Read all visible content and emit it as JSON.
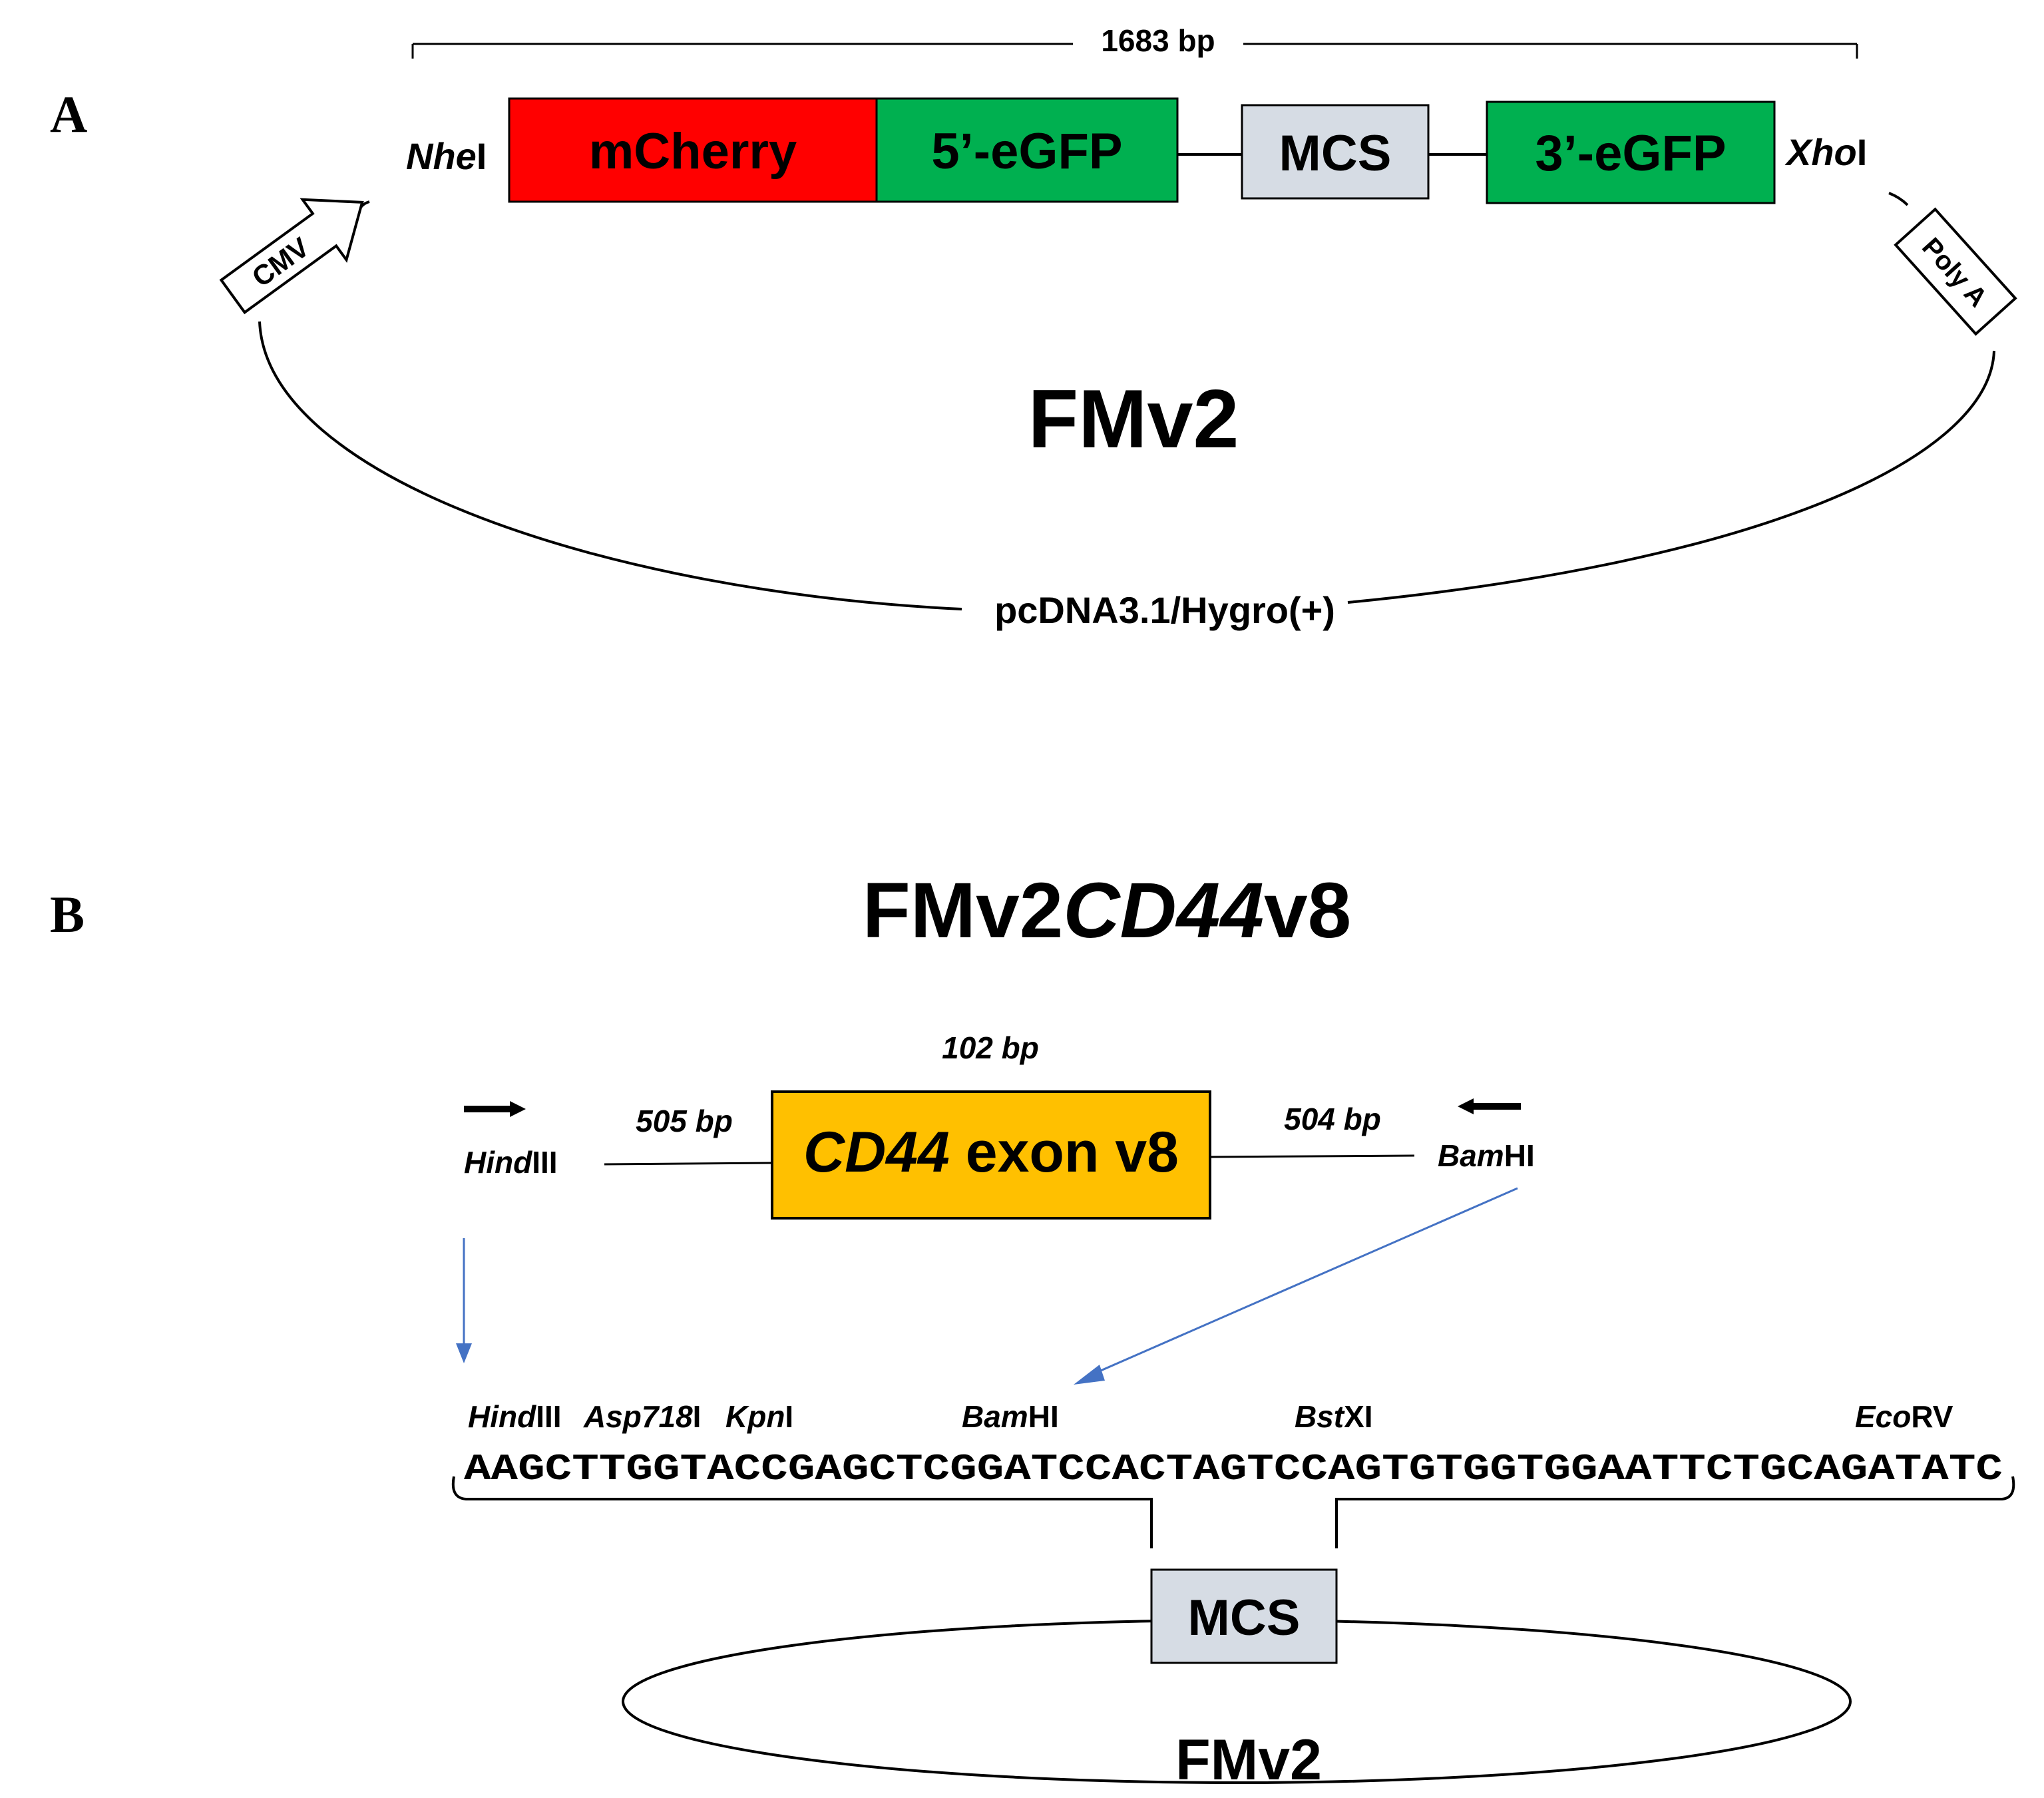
{
  "panel_a": {
    "letter": "A",
    "size_label": "1683 bp",
    "site_left": {
      "italic": "Nhe",
      "roman": "I"
    },
    "site_right": {
      "italic": "Xho",
      "roman": "I"
    },
    "blocks": [
      {
        "label": "mCherry",
        "color": "#ff0000"
      },
      {
        "label": "5’-eGFP",
        "color": "#00b050"
      },
      {
        "label": "MCS",
        "color": "#d6dce4"
      },
      {
        "label": "3’-eGFP",
        "color": "#00b050"
      }
    ],
    "promoter": "CMV",
    "polya": "Poly A",
    "plasmid_name": "FMv2",
    "backbone": "pcDNA3.1/Hygro(+)"
  },
  "panel_b": {
    "letter": "B",
    "title": {
      "part1": "FMv2",
      "part2": "CD44",
      "part3": "v8"
    },
    "insert_size": "102 bp",
    "insert": {
      "italic": "CD44",
      "roman": " exon v8",
      "color": "#ffc000"
    },
    "left_flank": "505 bp",
    "right_flank": "504 bp",
    "left_site": {
      "italic": "Hind",
      "roman": "III"
    },
    "right_site": {
      "italic": "Bam",
      "roman": "HI"
    },
    "mcs_sites": [
      {
        "italic": "Hind",
        "roman": "III"
      },
      {
        "italic": "Asp718",
        "roman": "I"
      },
      {
        "italic": "Kpn",
        "roman": "I"
      },
      {
        "italic": "Bam",
        "roman": "HI"
      },
      {
        "italic": "Bst",
        "roman": "XI"
      },
      {
        "italic": "Eco",
        "roman": "RV"
      }
    ],
    "sequence": "AAGCTTGGTACCGAGCTCGGATCCACTAGTCCAGTGTGGTGGAATTCTGCAGATATC",
    "mcs_label": "MCS",
    "plasmid_name": "FMv2",
    "arrow_color": "#4472c4"
  }
}
